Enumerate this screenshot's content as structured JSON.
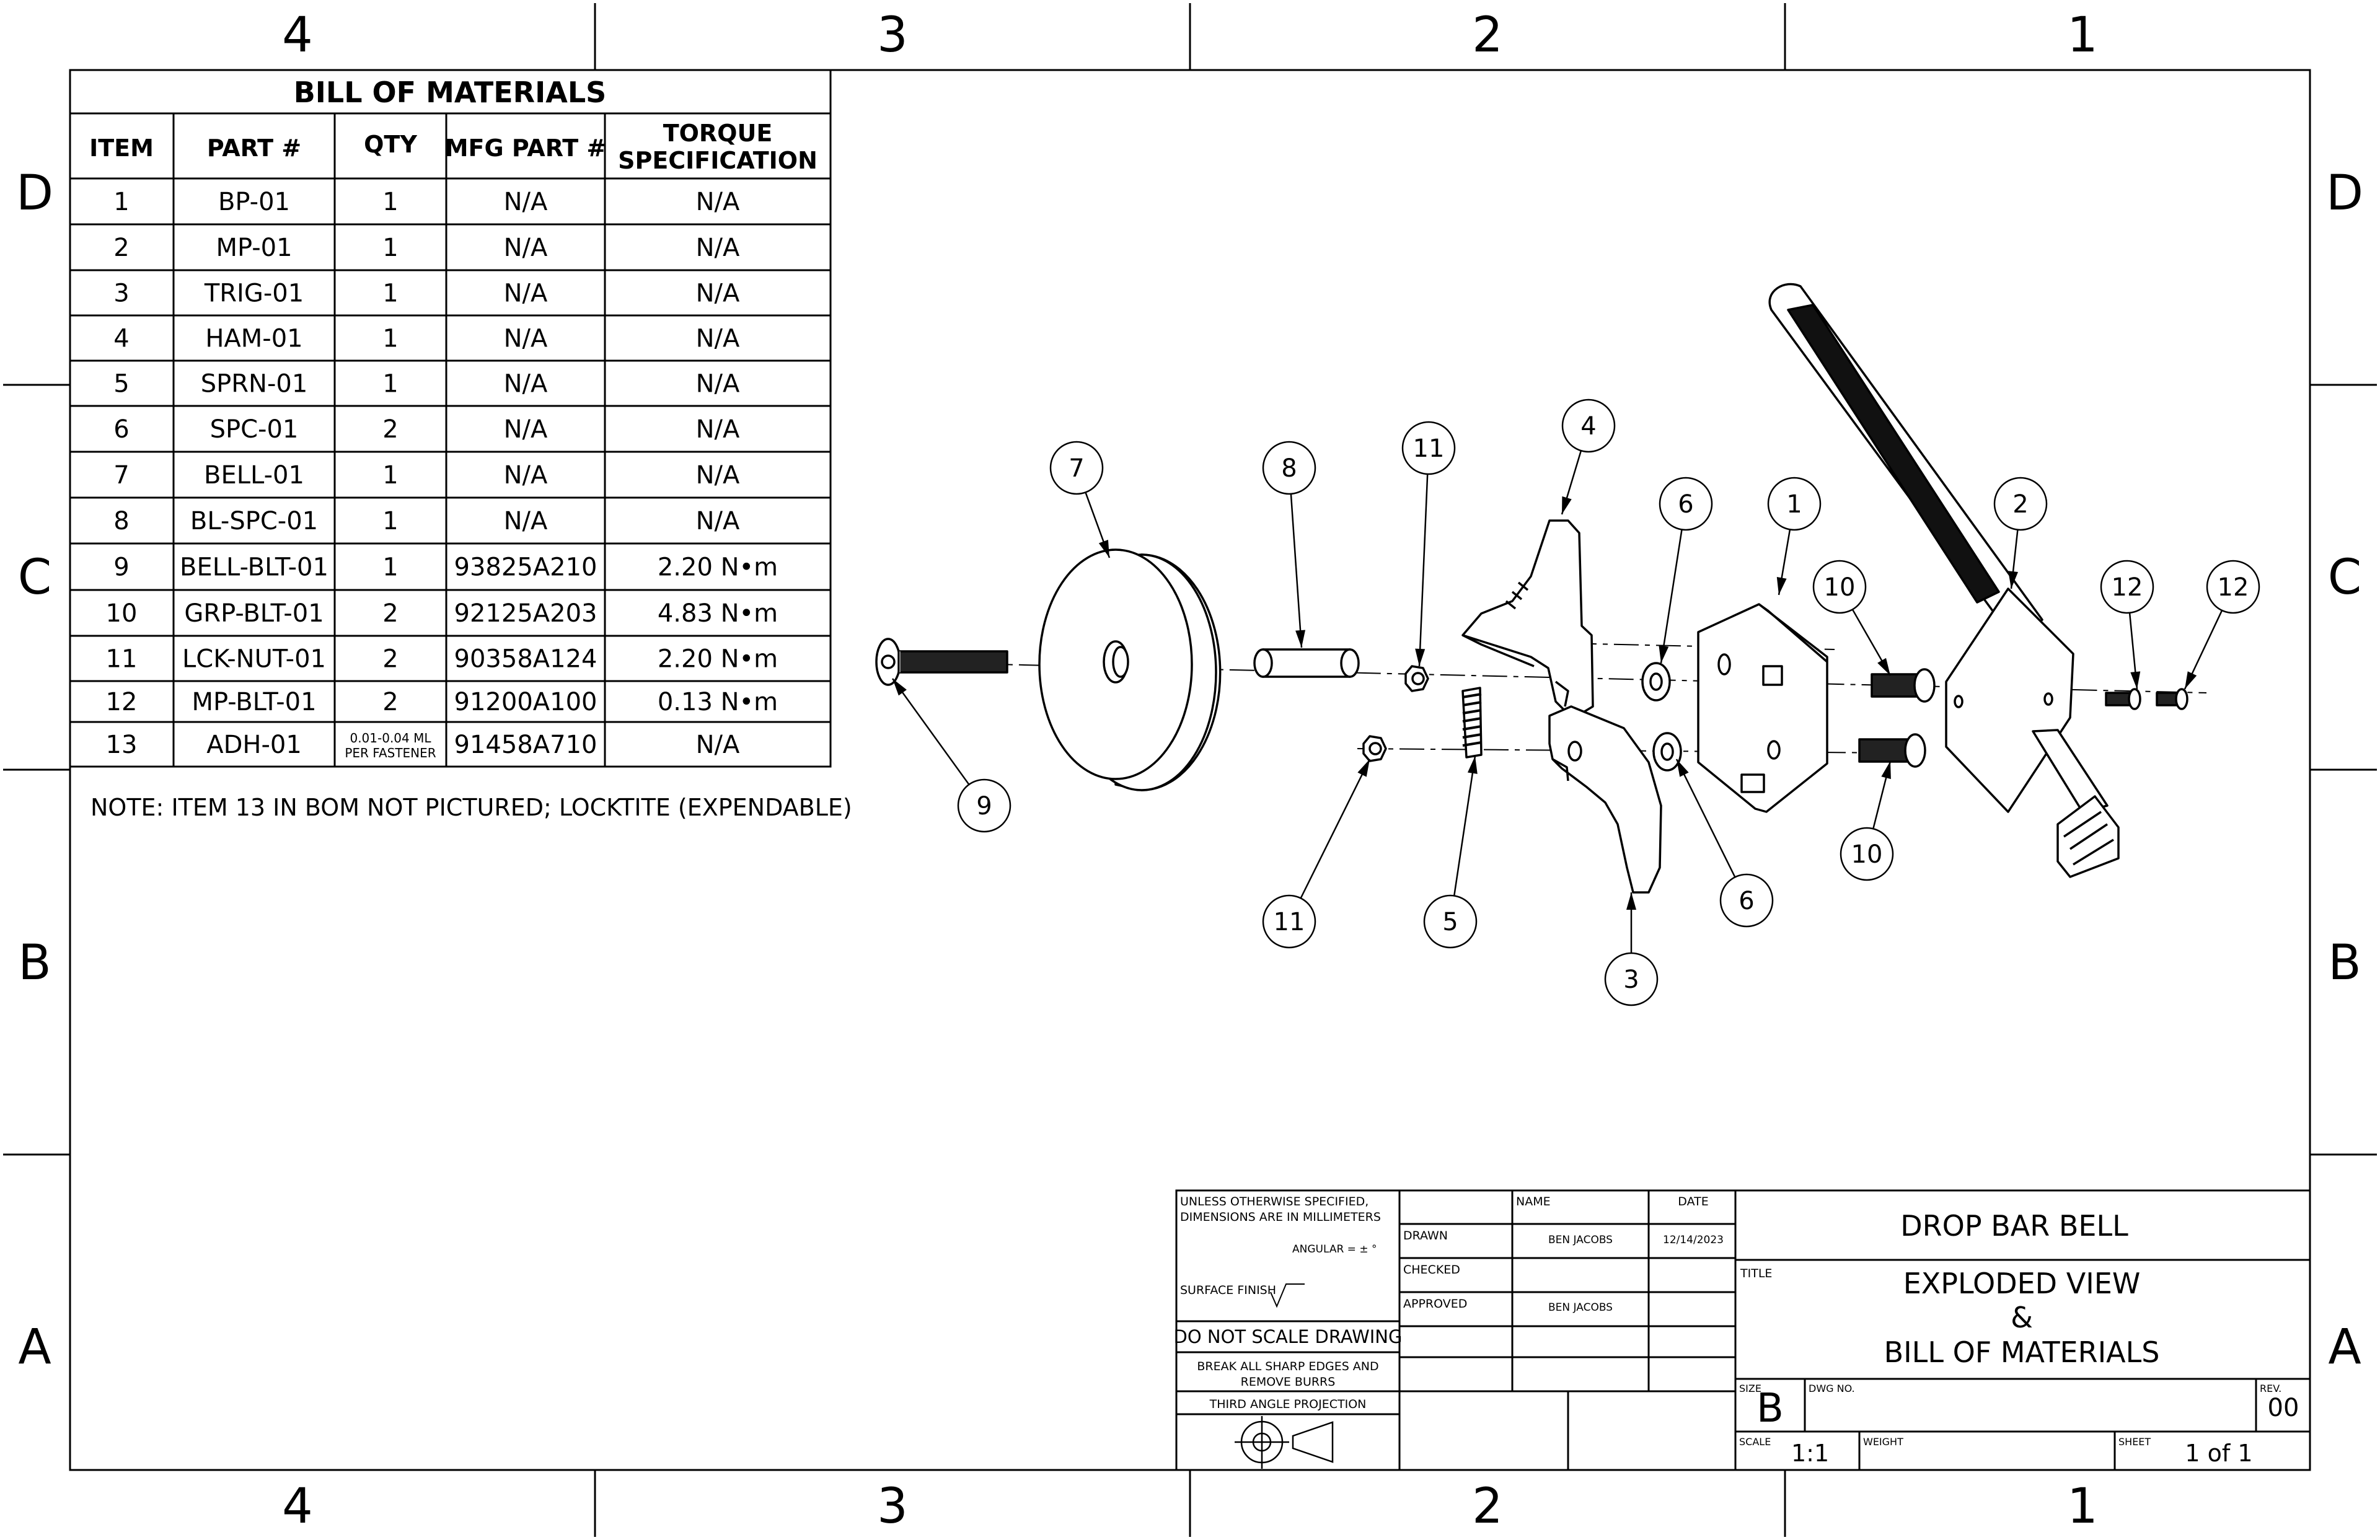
{
  "zones": {
    "columns": [
      "4",
      "3",
      "2",
      "1"
    ],
    "rows": [
      "D",
      "C",
      "B",
      "A"
    ]
  },
  "bom": {
    "title": "BILL OF MATERIALS",
    "headers": [
      "ITEM",
      "PART #",
      "QTY",
      "MFG PART #"
    ],
    "torque_header_line1": "TORQUE",
    "torque_header_line2": "SPECIFICATION",
    "rows": [
      {
        "item": "1",
        "part": "BP-01",
        "qty": "1",
        "mfg": "N/A",
        "torque": "N/A"
      },
      {
        "item": "2",
        "part": "MP-01",
        "qty": "1",
        "mfg": "N/A",
        "torque": "N/A"
      },
      {
        "item": "3",
        "part": "TRIG-01",
        "qty": "1",
        "mfg": "N/A",
        "torque": "N/A"
      },
      {
        "item": "4",
        "part": "HAM-01",
        "qty": "1",
        "mfg": "N/A",
        "torque": "N/A"
      },
      {
        "item": "5",
        "part": "SPRN-01",
        "qty": "1",
        "mfg": "N/A",
        "torque": "N/A"
      },
      {
        "item": "6",
        "part": "SPC-01",
        "qty": "2",
        "mfg": "N/A",
        "torque": "N/A"
      },
      {
        "item": "7",
        "part": "BELL-01",
        "qty": "1",
        "mfg": "N/A",
        "torque": "N/A"
      },
      {
        "item": "8",
        "part": "BL-SPC-01",
        "qty": "1",
        "mfg": "N/A",
        "torque": "N/A"
      },
      {
        "item": "9",
        "part": "BELL-BLT-01",
        "qty": "1",
        "mfg": "93825A210",
        "torque": "2.20 N•m"
      },
      {
        "item": "10",
        "part": "GRP-BLT-01",
        "qty": "2",
        "mfg": "92125A203",
        "torque": "4.83 N•m"
      },
      {
        "item": "11",
        "part": "LCK-NUT-01",
        "qty": "2",
        "mfg": "90358A124",
        "torque": "2.20 N•m"
      },
      {
        "item": "12",
        "part": "MP-BLT-01",
        "qty": "2",
        "mfg": "91200A100",
        "torque": "0.13 N•m"
      },
      {
        "item": "13",
        "part": "ADH-01",
        "qty_line1": "0.01-0.04 ML",
        "qty_line2": "PER FASTENER",
        "mfg": "91458A710",
        "torque": "N/A"
      }
    ]
  },
  "note": "NOTE: ITEM 13 IN BOM NOT PICTURED; LOCKTITE (EXPENDABLE)",
  "balloons": [
    "1",
    "2",
    "3",
    "4",
    "5",
    "6",
    "6",
    "7",
    "8",
    "9",
    "10",
    "10",
    "11",
    "11",
    "12",
    "12"
  ],
  "title_block": {
    "spec_line1": "UNLESS OTHERWISE SPECIFIED,",
    "spec_line2": "DIMENSIONS ARE IN MILLIMETERS",
    "angular": "ANGULAR = ± °",
    "surface_finish": "SURFACE FINISH",
    "do_not_scale": "DO NOT SCALE DRAWING",
    "break_edges_line1": "BREAK ALL SHARP EDGES AND",
    "break_edges_line2": "REMOVE BURRS",
    "projection": "THIRD ANGLE PROJECTION",
    "name_header": "NAME",
    "date_header": "DATE",
    "drawn_label": "DRAWN",
    "drawn_name": "BEN JACOBS",
    "drawn_date": "12/14/2023",
    "checked_label": "CHECKED",
    "approved_label": "APPROVED",
    "approved_name": "BEN JACOBS",
    "project": "DROP BAR BELL",
    "title_label": "TITLE",
    "title_line1": "EXPLODED VIEW",
    "title_line2": "&",
    "title_line3": "BILL OF MATERIALS",
    "size_label": "SIZE",
    "size": "B",
    "dwg_label": "DWG NO.",
    "rev_label": "REV.",
    "rev": "00",
    "scale_label": "SCALE",
    "scale": "1:1",
    "weight_label": "WEIGHT",
    "sheet_label": "SHEET",
    "sheet": "1 of 1"
  }
}
